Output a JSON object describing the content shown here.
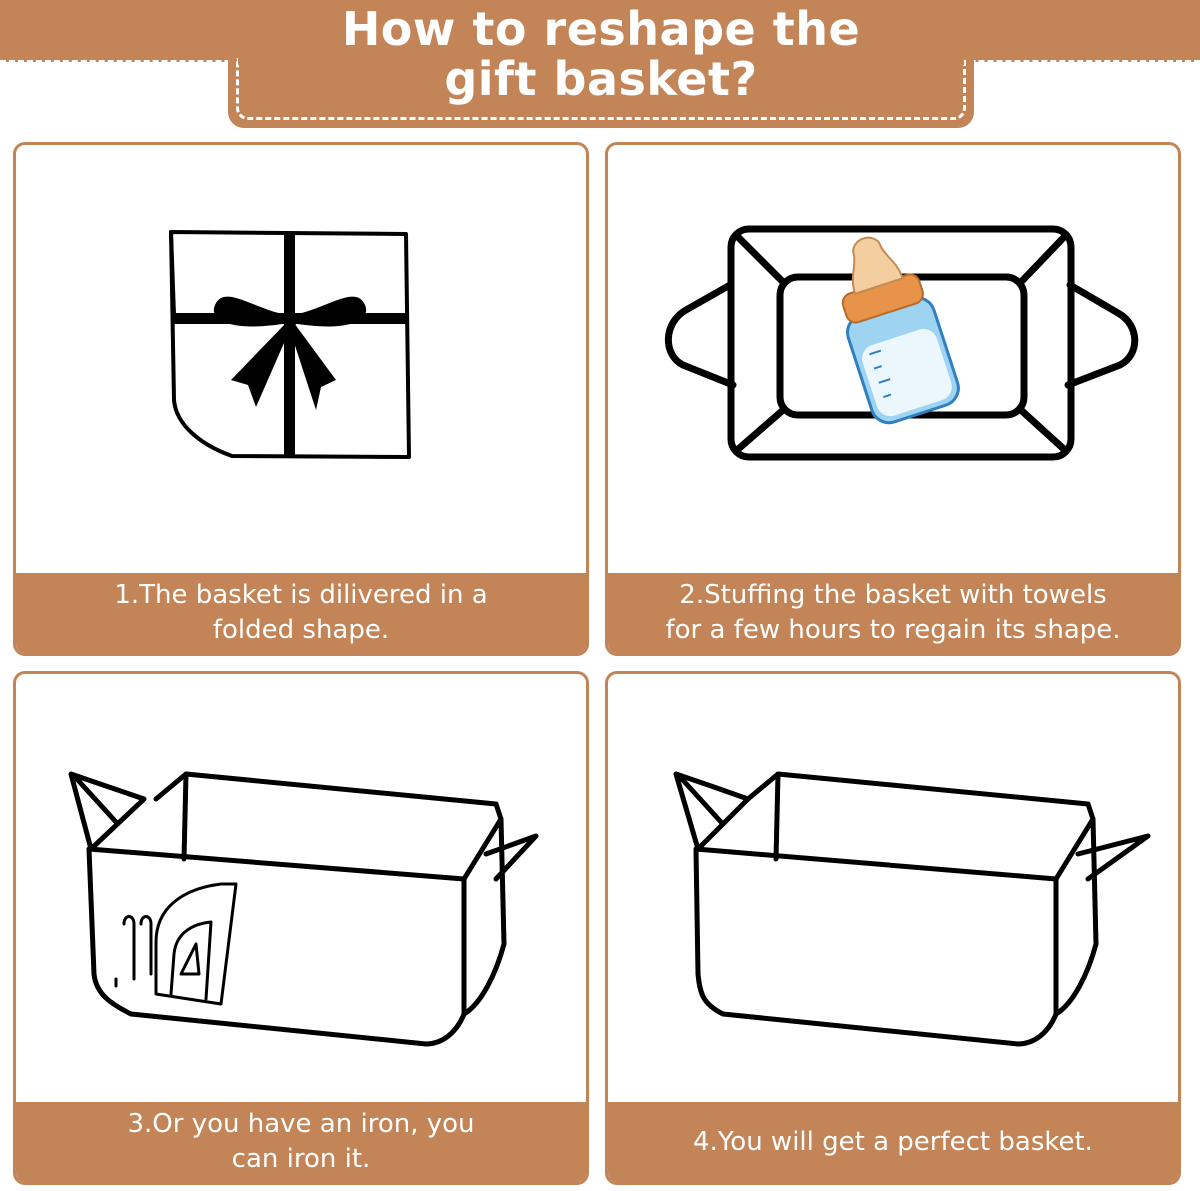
{
  "header": {
    "title_line1": "How to reshape the",
    "title_line2": "gift basket?"
  },
  "colors": {
    "accent": "#c38458",
    "background": "#ffffff",
    "line_art": "#000000"
  },
  "steps": [
    {
      "caption_line1": "1.The basket is dilivered in a",
      "caption_line2": "folded shape.",
      "illustration": "folded-gift-box-with-bow-icon"
    },
    {
      "caption_line1": "2.Stuffing the basket with towels",
      "caption_line2": "for a few hours to regain its shape.",
      "illustration": "basket-top-view-with-baby-bottle-icon"
    },
    {
      "caption_line1": "3.Or you have an iron, you",
      "caption_line2": "can iron it.",
      "illustration": "basket-with-iron-icon"
    },
    {
      "caption_line1": "4.You will get a perfect basket.",
      "caption_line2": "",
      "illustration": "basket-icon"
    }
  ]
}
